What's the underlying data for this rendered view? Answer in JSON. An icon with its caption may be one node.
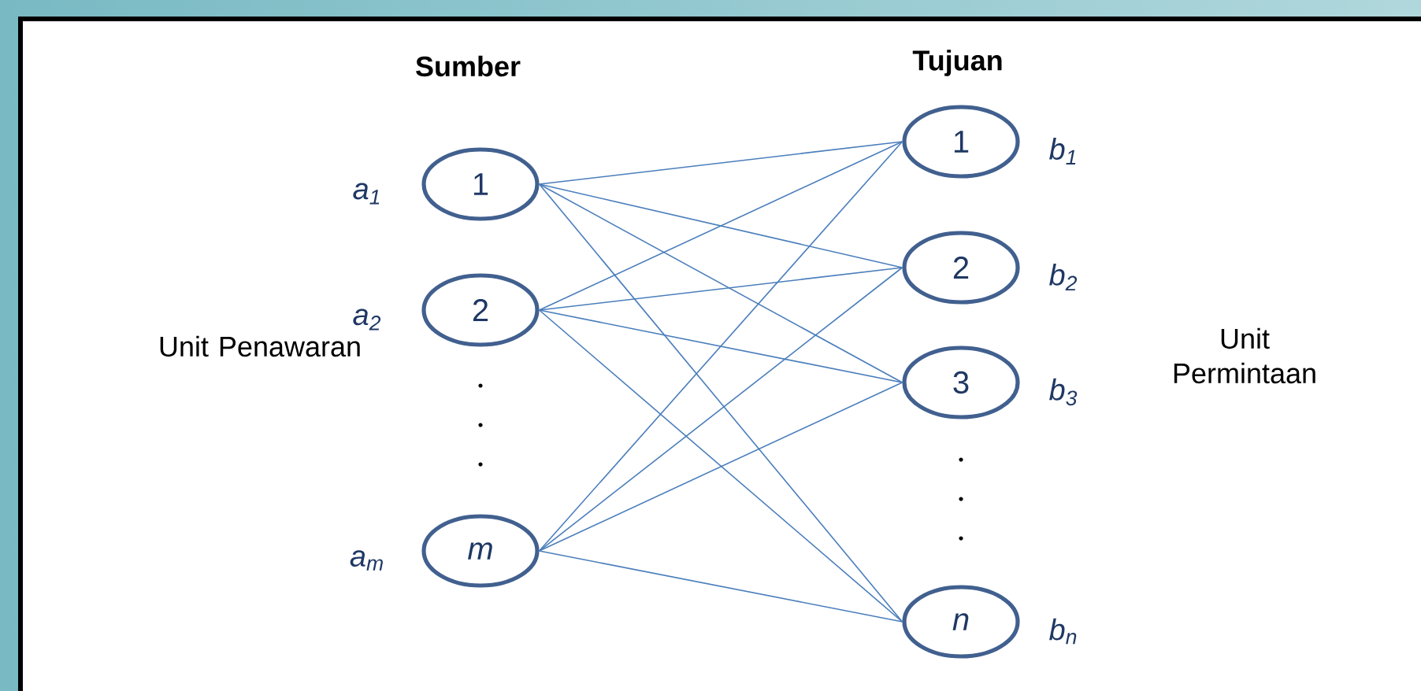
{
  "diagram": {
    "nodes": [
      {
        "text": [
          "1"
        ],
        "beside": [
          "a$_{1}$"
        ]
      },
      {
        "text": [
          "2"
        ],
        "beside": [
          "a$_{2}$"
        ]
      },
      {
        "text": [
          "m"
        ],
        "beside": [
          "a$_{m}$"
        ]
      },
      {
        "text": [
          "1"
        ],
        "beside": [
          "b$_{1}$"
        ]
      },
      {
        "text": [
          "2"
        ],
        "beside": [
          "b$_{2}$"
        ]
      },
      {
        "text": [
          "3"
        ],
        "beside": [
          "b$_{3}$"
        ]
      },
      {
        "text": [
          "n"
        ],
        "beside": [
          "b$_{n}$"
        ]
      }
    ],
    "edges": [
      {
        "from": 0,
        "to": 3,
        "arrow": "none"
      },
      {
        "from": 0,
        "to": 4,
        "arrow": "none"
      },
      {
        "from": 0,
        "to": 5,
        "arrow": "none"
      },
      {
        "from": 0,
        "to": 6,
        "arrow": "none"
      },
      {
        "from": 1,
        "to": 3,
        "arrow": "none"
      },
      {
        "from": 1,
        "to": 4,
        "arrow": "none"
      },
      {
        "from": 1,
        "to": 5,
        "arrow": "none"
      },
      {
        "from": 1,
        "to": 6,
        "arrow": "none"
      },
      {
        "from": 2,
        "to": 3,
        "arrow": "none"
      },
      {
        "from": 2,
        "to": 4,
        "arrow": "none"
      },
      {
        "from": 2,
        "to": 5,
        "arrow": "none"
      },
      {
        "from": 2,
        "to": 6,
        "arrow": "none"
      }
    ],
    "labels": [
      "Sumber",
      "Tujuan",
      "Unit Penawaran",
      "Unit Permintaan"
    ]
  }
}
